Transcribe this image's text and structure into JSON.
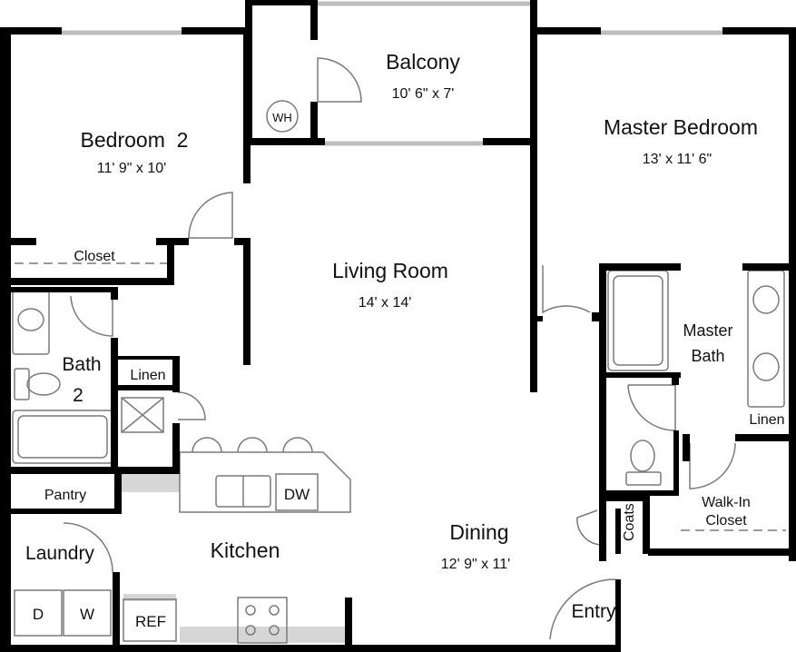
{
  "colors": {
    "wall": "#000000",
    "fixture_stroke": "#7a7a7a",
    "window": "#bdbdbd",
    "counter_fill": "#d6d6d6",
    "background": "#ffffff"
  },
  "rooms": {
    "balcony": {
      "name": "Balcony",
      "dims": "10' 6\" x 7'"
    },
    "bedroom2": {
      "name": "Bedroom  2",
      "dims": "11' 9\" x 10'"
    },
    "master_bedroom": {
      "name": "Master Bedroom",
      "dims": "13' x 11' 6\""
    },
    "living_room": {
      "name": "Living Room",
      "dims": "14' x 14'"
    },
    "dining": {
      "name": "Dining",
      "dims": "12' 9\" x 11'"
    },
    "kitchen": {
      "name": "Kitchen"
    },
    "laundry": {
      "name": "Laundry"
    },
    "entry": {
      "name": "Entry"
    },
    "bath2": {
      "name_line1": "Bath",
      "name_line2": "2"
    },
    "master_bath": {
      "name_line1": "Master",
      "name_line2": "Bath"
    },
    "walk_in_closet": {
      "name_line1": "Walk-In",
      "name_line2": "Closet"
    }
  },
  "labels": {
    "closet": "Closet",
    "linen_bath2": "Linen",
    "linen_master": "Linen",
    "pantry": "Pantry",
    "coats": "Coats"
  },
  "fixtures": {
    "water_heater": "WH",
    "dishwasher": "DW",
    "refrigerator": "REF",
    "dryer": "D",
    "washer": "W"
  }
}
